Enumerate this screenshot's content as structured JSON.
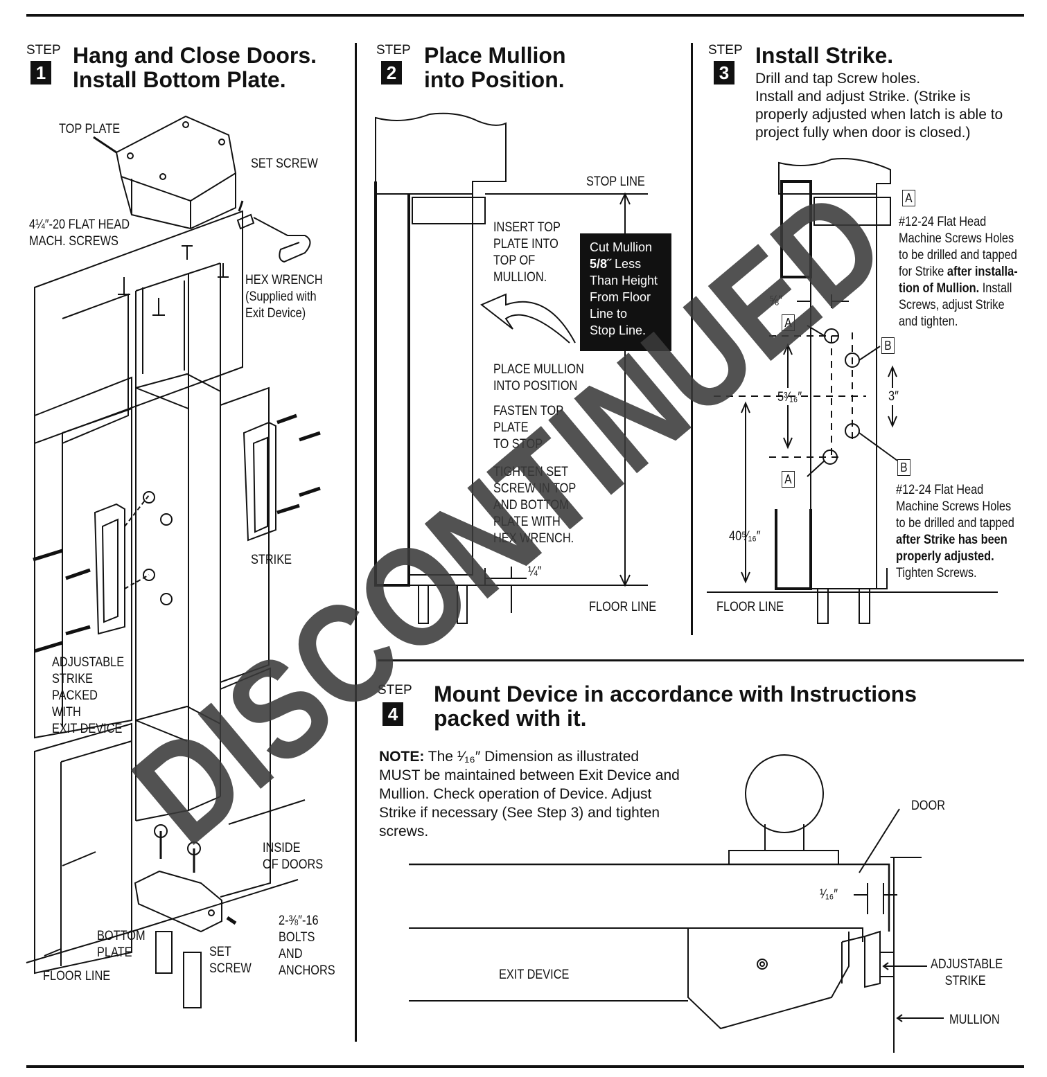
{
  "step_word": "STEP",
  "step1": {
    "number": "1",
    "title_line1": "Hang and Close Doors.",
    "title_line2": "Install Bottom Plate.",
    "labels": {
      "top_plate": "TOP PLATE",
      "set_screw_top": "SET SCREW",
      "flat_head_1": "4¼″-20 FLAT HEAD",
      "flat_head_2": "MACH. SCREWS",
      "hex_1": "HEX WRENCH",
      "hex_2": "(Supplied with",
      "hex_3": "Exit Device)",
      "strike": "STRIKE",
      "adj_1": "ADJUSTABLE",
      "adj_2": "STRIKE",
      "adj_3": "PACKED",
      "adj_4": "WITH",
      "adj_5": "EXIT DEVICE",
      "inside_1": "INSIDE",
      "inside_2": "OF DOORS",
      "bolts_1": "2-⅜″-16",
      "bolts_2": "BOLTS",
      "bolts_3": "AND",
      "bolts_4": "ANCHORS",
      "bottom_1": "BOTTOM",
      "bottom_2": "PLATE",
      "set_1": "SET",
      "set_2": "SCREW",
      "floor": "FLOOR LINE"
    }
  },
  "step2": {
    "number": "2",
    "title_line1": "Place Mullion",
    "title_line2": "into Position.",
    "labels": {
      "stop_line": "STOP LINE",
      "insert_1": "INSERT TOP",
      "insert_2": "PLATE INTO",
      "insert_3": "TOP OF",
      "insert_4": "MULLION.",
      "cut_1": "Cut Mullion",
      "cut_2": "5/8˝",
      "cut_2b": "Less",
      "cut_3": "Than Height",
      "cut_4": "From Floor",
      "cut_5": "Line to",
      "cut_6": "Stop Line.",
      "place_1": "PLACE MULLION",
      "place_2": "INTO POSITION",
      "fasten_1": "FASTEN TOP",
      "fasten_2": "PLATE",
      "fasten_3": "TO STOP",
      "tighten_1": "TIGHTEN SET",
      "tighten_2": "SCREW IN TOP",
      "tighten_3": "AND BOTTOM",
      "tighten_4": "PLATE WITH",
      "tighten_5": "HEX WRENCH.",
      "quarter": "¼″",
      "floor": "FLOOR LINE"
    }
  },
  "step3": {
    "number": "3",
    "title": "Install Strike.",
    "sub_1": "Drill and tap Screw holes.",
    "sub_2": "Install and adjust Strike. (Strike is",
    "sub_3": "properly adjusted when latch is able to",
    "sub_4": "project fully when door is closed.)",
    "labels": {
      "A": "A",
      "B": "B",
      "a_note_1": "#12-24 Flat Head",
      "a_note_2": "Machine Screws Holes",
      "a_note_3": "to be drilled and tapped",
      "a_note_4a": "for Strike ",
      "a_note_4b": "after installa-",
      "a_note_5a": "tion of Mullion.",
      "a_note_5b": " Install",
      "a_note_6": "Screws, adjust Strike",
      "a_note_7": "and tighten.",
      "b_note_1": "#12-24 Flat Head",
      "b_note_2": "Machine Screws Holes",
      "b_note_3": "to be drilled and tapped",
      "b_note_4": "after Strike has been",
      "b_note_5": "properly adjusted.",
      "b_note_6": "Tighten Screws.",
      "five_eighths": "⅝″",
      "five_3_16": "5³⁄₁₆″",
      "three": "3″",
      "forty": "40⁵⁄₁₆″",
      "floor": "FLOOR LINE"
    }
  },
  "step4": {
    "number": "4",
    "title_line1": "Mount Device in accordance with Instructions",
    "title_line2": "packed with it.",
    "note_bold": "NOTE:",
    "note_1": " The ¹⁄₁₆″ Dimension as illustrated",
    "note_2": "MUST be maintained between Exit Device and",
    "note_3": "Mullion. Check operation of Device. Adjust",
    "note_4": "Strike if necessary (See Step 3) and tighten",
    "note_5": "screws.",
    "labels": {
      "door": "DOOR",
      "sixteenth": "¹⁄₁₆″",
      "exit_device": "EXIT DEVICE",
      "adj_1": "ADJUSTABLE",
      "adj_2": "STRIKE",
      "mullion": "MULLION"
    }
  },
  "watermark": "DISCONTINUED"
}
